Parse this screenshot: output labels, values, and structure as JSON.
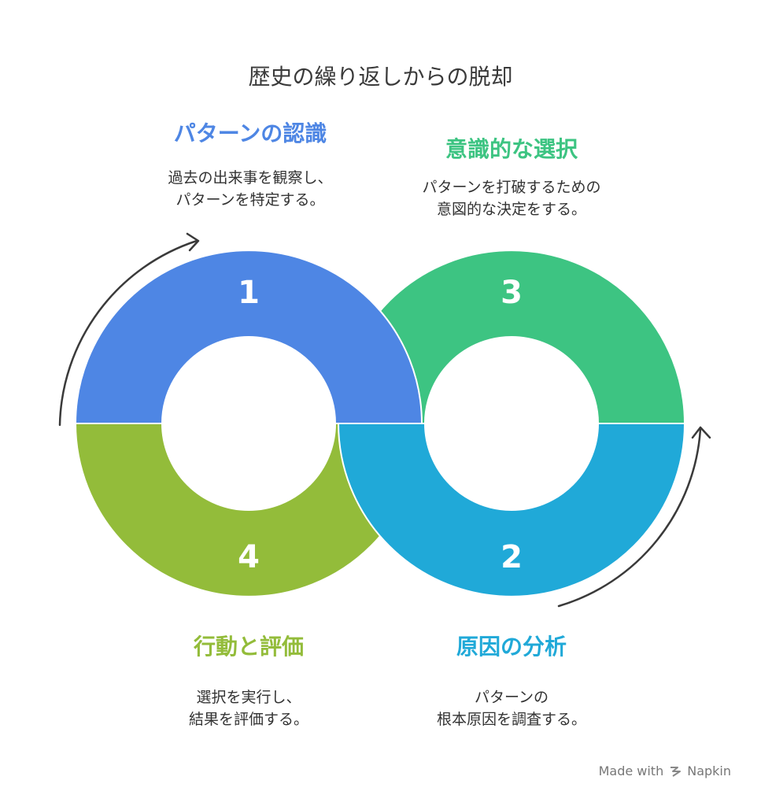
{
  "title": "歴史の繰り返しからの脱却",
  "colors": {
    "blue": "#4E86E4",
    "green": "#3DC482",
    "teal": "#20A9D8",
    "olive": "#93BC3A",
    "arrow": "#3a3a3a"
  },
  "steps": [
    {
      "number": "1",
      "title": "パターンの認識",
      "desc": [
        "過去の出来事を観察し、",
        "パターンを特定する。"
      ]
    },
    {
      "number": "2",
      "title": "原因の分析",
      "desc": [
        "パターンの",
        "根本原因を調査する。"
      ]
    },
    {
      "number": "3",
      "title": "意識的な選択",
      "desc": [
        "パターンを打破するための",
        "意図的な決定をする。"
      ]
    },
    {
      "number": "4",
      "title": "行動と評価",
      "desc": [
        "選択を実行し、",
        "結果を評価する。"
      ]
    }
  ],
  "footer": {
    "made_with": "Made with",
    "brand": "Napkin"
  }
}
